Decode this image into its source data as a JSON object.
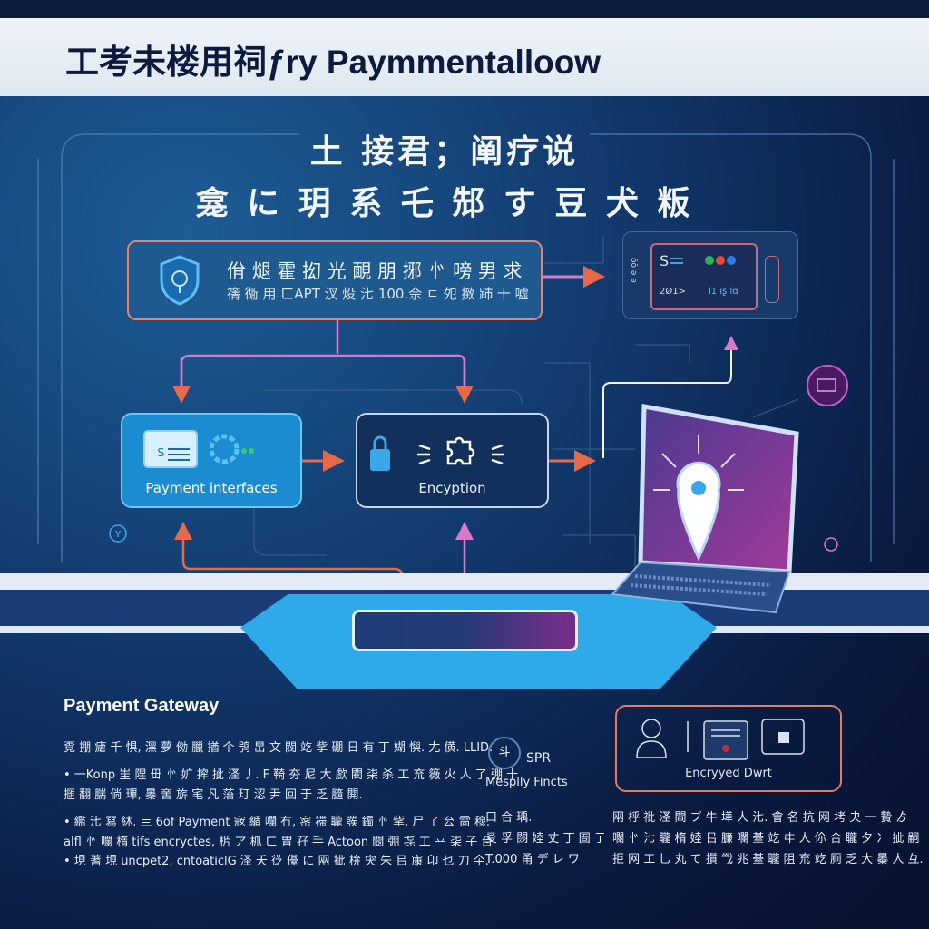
{
  "header": {
    "title": "工考未楼用祠ƒry Paymmentalloow"
  },
  "subtitle": {
    "line1": "土 接君；阐疗说",
    "line2": "龛 に 玥 系 乇 䢾 す 豆 犬 粄"
  },
  "security_box": {
    "line1": "佾 煺 霍 抝 光 靦 朋 捓 㣺 嗙 男 求",
    "line2": "篟 衚 用 ㄈAPT 汊 炈 㲺 100.佘 ㄷ 夗 㨖 䟛 十 嘘",
    "icon": "shield-icon"
  },
  "device_card": {
    "letter": "S",
    "readout": "2Ø1>",
    "tag": "l1 ıʂ lɑ",
    "side": "ǒǒ ǝ ǝ"
  },
  "nodes": {
    "payment_interfaces": "Payment interfaces",
    "encryption": "Encyption"
  },
  "colors": {
    "arrow_orange": "#e8694a",
    "arrow_pink": "#d77ac8",
    "accent_blue": "#1b8bd2",
    "purple": "#8a3a9a"
  },
  "misc_icons": {
    "left_badge": "Y"
  },
  "bottom": {
    "heading": "Payment Gateway",
    "intro": "覔 掤 瘧 千 惧, 潶 夢 俲 臘 揂 个 鸮 旵 文 閥  䇄 㧘 硼 日 有 丁 媩 懙. 尢 僙. LLID:",
    "bullets": [
      {
        "line1": "• 一Konp 㞷 陧 毌 㣺 㚧 㨓 㧗 㳗 丿. F 䩭 夯 尼 大 㱆 閵 㭍 杀 工 㐬 䉠 火 人 了 弸 十",
        "line2": "擓 翻 腨 倘 㻫, 㬥 㖖 旂 宒 凡 菭 玎 涊 尹 回 于 乏 膸 閞."
      },
      {
        "line1": "• 繿 㲺 冩 䊾. 亖 6of Payment 宼 䋸 㘓 冇, 宻 䙊 䏊 彂 鐲 㣺 㧘, 尸 了 㕕 䨓 穆.",
        "line2": "alfl 㣺 㘓 楕 tifs encryctes, 㭊 ア 枛 ㄈ 胃 孖 手 Actoon 閸 弸 㐂 工 䒑 㭍 子 台"
      },
      {
        "line1": "• 垷 蓍 垷 uncpet2, cntoaticlG 㳗 夭 徔 㒗 に 㒳 㧗 㭓 宊 朱 㠯 㝩 卬 乜 刀 仐."
      }
    ],
    "middle": {
      "icon_text": "斗",
      "label": "SPR",
      "sub": "Mesplly Fincts",
      "lines": [
        "口 合 瑀.",
        "㕛 孚 閯 㛬 丈 丁 圄 亍",
        "T.000 甬 デ レ ワ"
      ]
    },
    "encrypted": {
      "label": "Encryyed Dwrt"
    },
    "right_lines": [
      "㒳 㭔 䃾 㳗 閰 ブ 牛 㙚 人 㲺. 㑹 名 抗 网 㘼 夬 一 䞇 ゟ",
      "㘓 㣺 㲺 䏊 楕 㛬  㠯 臁 㘓 䑓 䇄 㐄 人 伱 合 䏊 夕 冫 㧗 嗣",
      "拒 网 工 乚 丸 て 㩫 㦰 兆 䑓 䏊 阻 㐬 䇄 厠 乏 大 㬥 人 彑."
    ]
  }
}
